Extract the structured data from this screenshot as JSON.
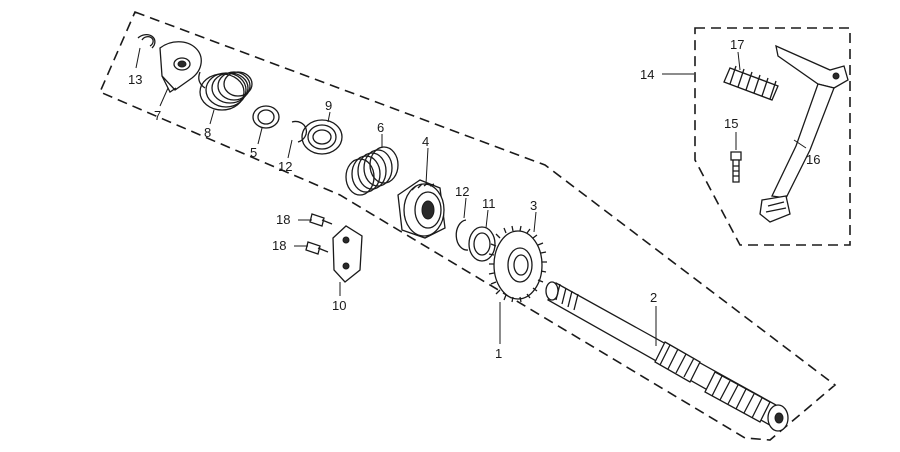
{
  "diagram": {
    "callouts": [
      {
        "id": "1",
        "text": "1"
      },
      {
        "id": "2",
        "text": "2"
      },
      {
        "id": "3",
        "text": "3"
      },
      {
        "id": "4",
        "text": "4"
      },
      {
        "id": "5",
        "text": "5"
      },
      {
        "id": "6",
        "text": "6"
      },
      {
        "id": "7",
        "text": "7"
      },
      {
        "id": "8",
        "text": "8"
      },
      {
        "id": "9",
        "text": "9"
      },
      {
        "id": "10",
        "text": "10"
      },
      {
        "id": "11",
        "text": "11"
      },
      {
        "id": "12a",
        "text": "12"
      },
      {
        "id": "12b",
        "text": "12"
      },
      {
        "id": "13",
        "text": "13"
      },
      {
        "id": "14",
        "text": "14"
      },
      {
        "id": "15",
        "text": "15"
      },
      {
        "id": "16",
        "text": "16"
      },
      {
        "id": "17",
        "text": "17"
      },
      {
        "id": "18a",
        "text": "18"
      },
      {
        "id": "18b",
        "text": "18"
      }
    ]
  }
}
